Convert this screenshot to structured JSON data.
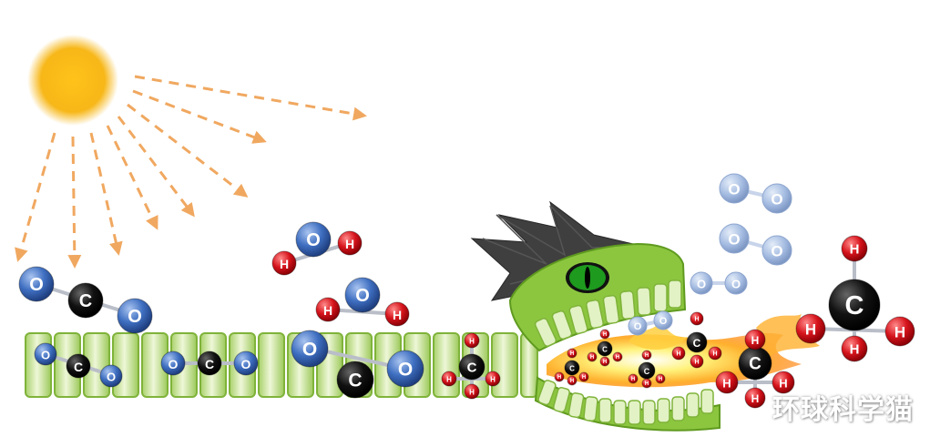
{
  "atoms": {
    "hydrogen": "H",
    "oxygen": "O",
    "carbon": "C"
  },
  "colors": {
    "sun": "#f7b718",
    "rays": "#f0a860",
    "cell_fill": "#d8ecb0",
    "cell_stroke": "#8bbd3c",
    "oxygen": "#3f6fc1",
    "oxygen_pale": "#9fb6dc",
    "carbon": "#111111",
    "hydrogen": "#d6141c",
    "eye": "#1e9a1e"
  },
  "watermark": "环球科学猫"
}
